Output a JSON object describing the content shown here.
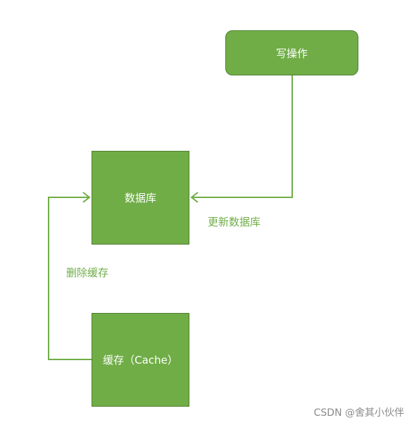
{
  "nodes": {
    "write_op": "写操作",
    "database": "数据库",
    "cache": "缓存（Cache）"
  },
  "edges": {
    "update_db": "更新数据库",
    "delete_cache": "删除缓存"
  },
  "watermark": "CSDN @舍其小伙伴",
  "colors": {
    "node_fill": "#70ad47",
    "node_border": "#507e32",
    "connector": "#70ad47",
    "watermark": "#8a8a8a"
  }
}
